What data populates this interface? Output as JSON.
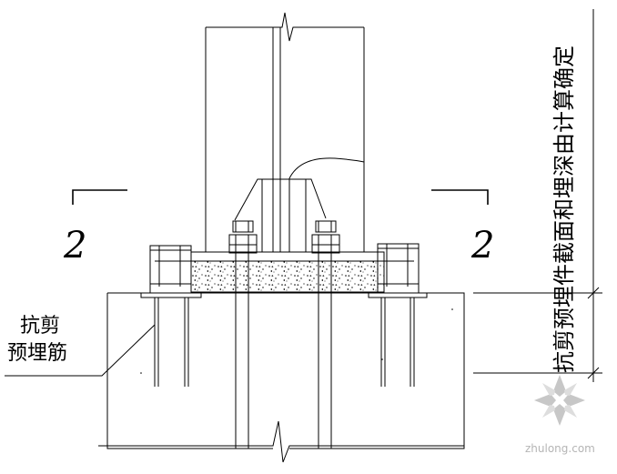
{
  "section_marks": {
    "left": "2",
    "right": "2"
  },
  "labels": {
    "anchor_line1": "抗剪",
    "anchor_line2": "预埋筋",
    "vertical_note": "抗剪预埋件截面和埋深由计算确定"
  },
  "watermark": {
    "text": "zhulong.com",
    "logo": "zhulong-logo"
  }
}
